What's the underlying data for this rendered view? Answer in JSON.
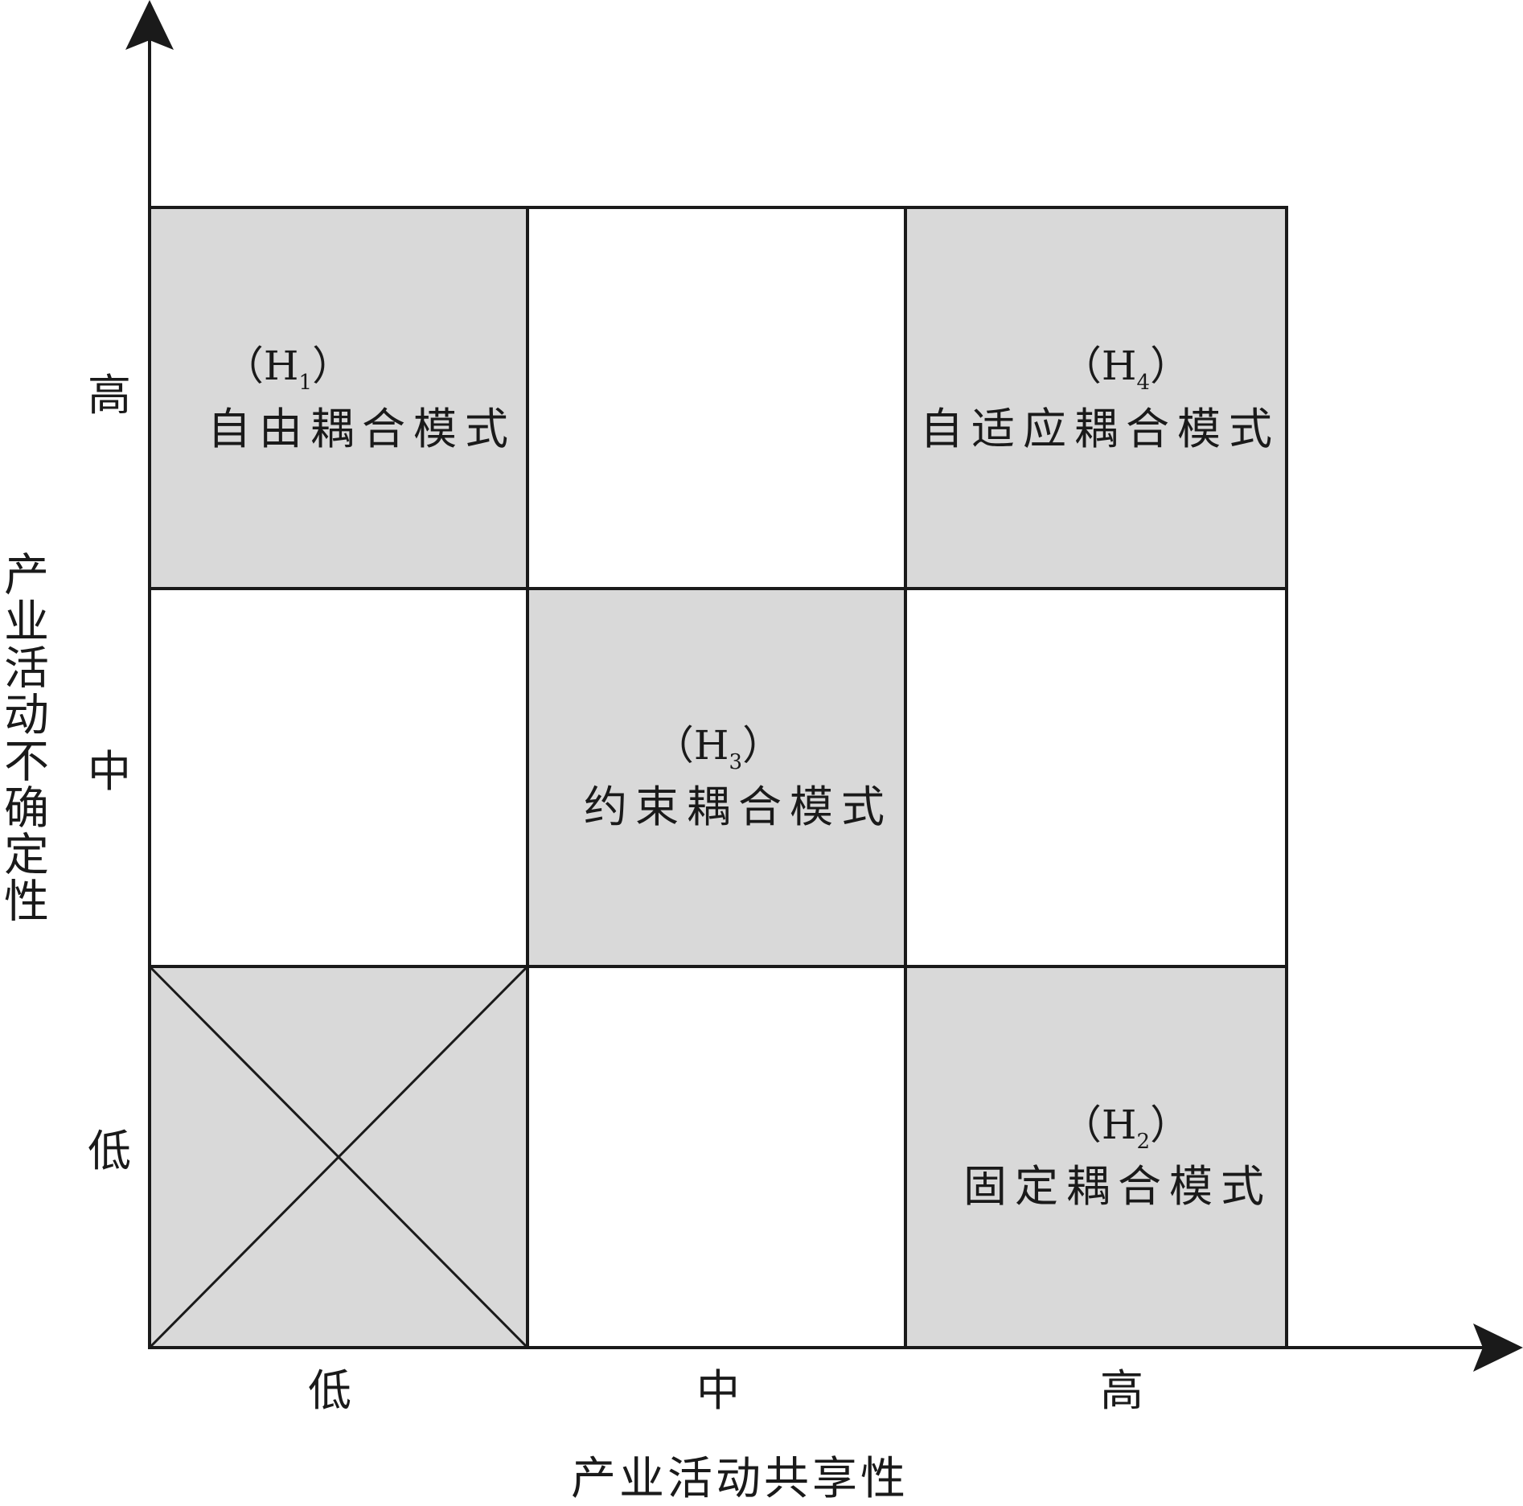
{
  "axes": {
    "x_title": "产业活动共享性",
    "y_title": "产业活动不确定性",
    "x_ticks": [
      "低",
      "中",
      "高"
    ],
    "y_ticks": [
      "高",
      "中",
      "低"
    ]
  },
  "cells": {
    "h1": {
      "open": "（H",
      "sub": "1",
      "close": "）",
      "name": "自由耦合模式"
    },
    "h4": {
      "open": "（H",
      "sub": "4",
      "close": "）",
      "name": "自适应耦合模式"
    },
    "h3": {
      "open": "（H",
      "sub": "3",
      "close": "）",
      "name": "约束耦合模式"
    },
    "h2": {
      "open": "（H",
      "sub": "2",
      "close": "）",
      "name": "固定耦合模式"
    }
  },
  "colors": {
    "shaded_cell": "#d9d9d9",
    "line": "#1a1a1a",
    "background": "#ffffff"
  }
}
